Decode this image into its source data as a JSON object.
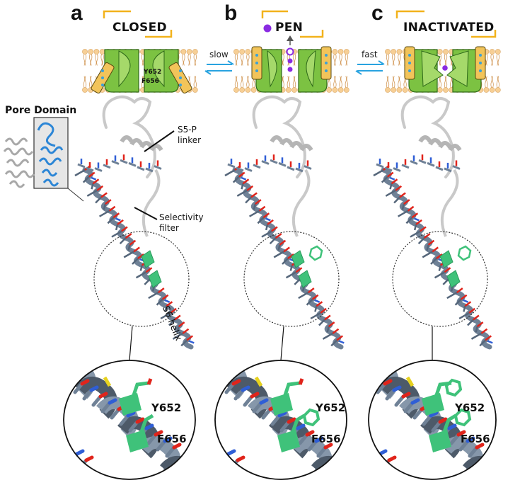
{
  "panels": [
    {
      "letter": "a",
      "state": "CLOSED"
    },
    {
      "letter": "b",
      "state": "PEN"
    },
    {
      "letter": "c",
      "state": "INACTIVATED"
    }
  ],
  "transitions": {
    "ab": "slow",
    "bc": "fast"
  },
  "annotations": {
    "pore_domain": "Pore Domain",
    "s5p_line1": "S5-P",
    "s5p_line2": "linker",
    "sel_line1": "Selectivity",
    "sel_line2": "filter",
    "s6": "S6 helix"
  },
  "residues": {
    "y": "Y652",
    "f": "F656"
  },
  "colors": {
    "membrane_head": "#f7cf95",
    "channel_green": "#7cc242",
    "channel_light": "#a5d96a",
    "bracket": "#f2b21b",
    "ion": "#8a2be2",
    "arrow": "#29a3e0",
    "helix": "#6f8196",
    "highlight": "#3fc27a",
    "pore_domain_blue": "#2c86d6"
  }
}
